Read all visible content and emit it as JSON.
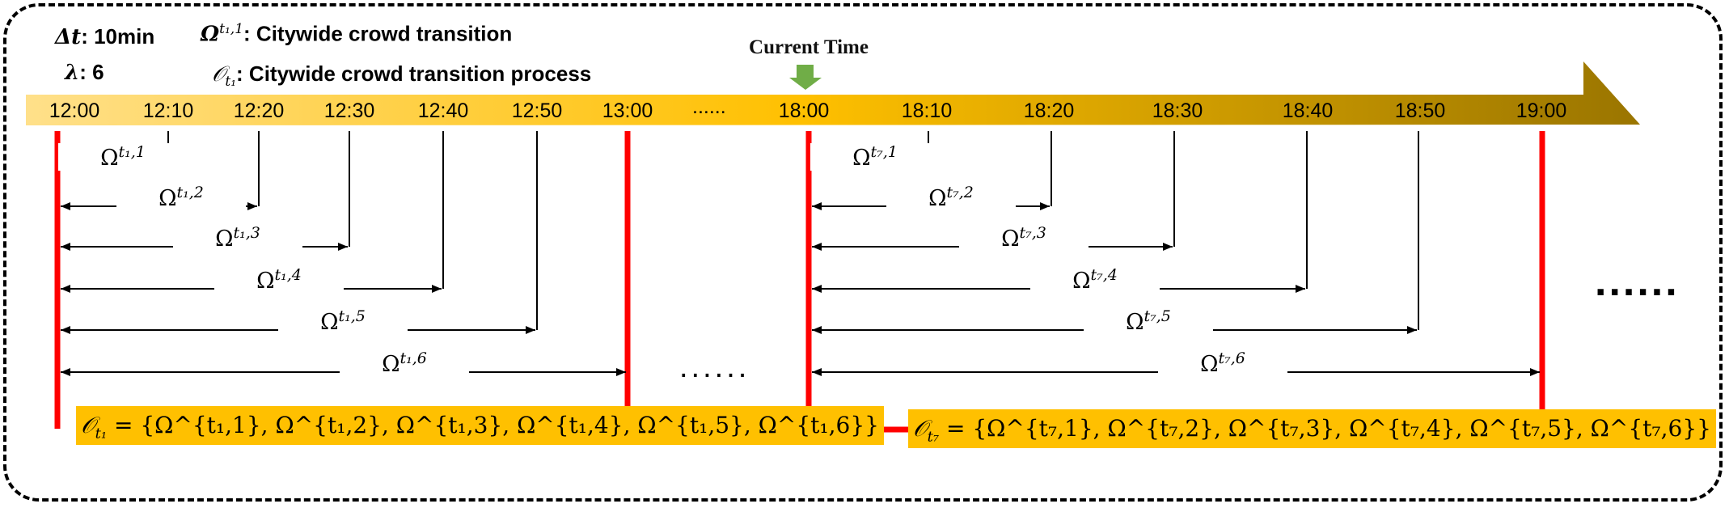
{
  "legend": {
    "dt_symbol": "Δt",
    "dt_text": ": 10min",
    "lambda_symbol": "λ",
    "lambda_text": ": 6",
    "omega_symbol": "Ω",
    "omega_sup": "t₁,1",
    "omega_text": ": Citywide crowd transition",
    "o_symbol": "𝒪",
    "o_sub": "t₁",
    "o_text": ": Citywide crowd transition process"
  },
  "current_time_label": "Current Time",
  "timeline": {
    "ticks_left": [
      "12:00",
      "12:10",
      "12:20",
      "12:30",
      "12:40",
      "12:50",
      "13:00"
    ],
    "ellipsis": "......",
    "ticks_right": [
      "18:00",
      "18:10",
      "18:20",
      "18:30",
      "18:40",
      "18:50",
      "19:00"
    ]
  },
  "left_group": {
    "transitions": [
      "Ω",
      "Ω",
      "Ω",
      "Ω",
      "Ω",
      "Ω"
    ],
    "superscripts": [
      "t₁,1",
      "t₁,2",
      "t₁,3",
      "t₁,4",
      "t₁,5",
      "t₁,6"
    ],
    "process_text": "= {Ω^{t₁,1}, Ω^{t₁,2}, Ω^{t₁,3}, Ω^{t₁,4}, Ω^{t₁,5}, Ω^{t₁,6}}"
  },
  "right_group": {
    "transitions": [
      "Ω",
      "Ω",
      "Ω",
      "Ω",
      "Ω",
      "Ω"
    ],
    "superscripts": [
      "t₇,1",
      "t₇,2",
      "t₇,3",
      "t₇,4",
      "t₇,5",
      "t₇,6"
    ],
    "process_text": "= {Ω^{t₇,1}, Ω^{t₇,2}, Ω^{t₇,3}, Ω^{t₇,4}, Ω^{t₇,5}, Ω^{t₇,6}}"
  },
  "middle_ellipsis": "......",
  "right_ellipsis": "......",
  "colors": {
    "timeline_start": "#ffe08a",
    "timeline_mid": "#ffc000",
    "timeline_end": "#9a7500",
    "red_line": "#ff0000",
    "arrow_green": "#70ad47",
    "box_fill": "#ffc000"
  }
}
